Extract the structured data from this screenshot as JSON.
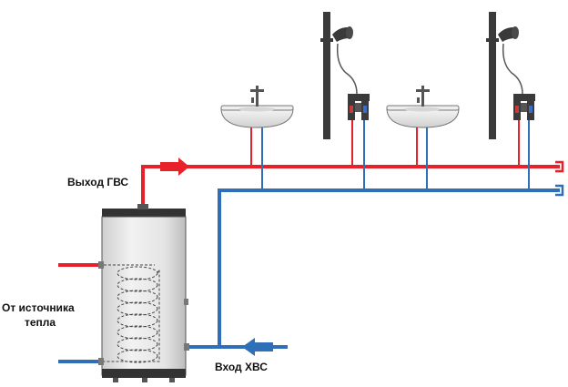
{
  "labels": {
    "hot_water_outlet": "Выход ГВС",
    "heat_source_line1": "От источника",
    "heat_source_line2": "тепла",
    "cold_water_inlet": "Вход ХВС"
  },
  "colors": {
    "hot_pipe": "#e8202a",
    "cold_pipe": "#2f6fb8",
    "fixture_dark": "#3a3a3a",
    "tank_body": "#e6e6e6",
    "tank_outline": "#555555"
  },
  "fixtures": {
    "sinks": 2,
    "showers": 2
  }
}
